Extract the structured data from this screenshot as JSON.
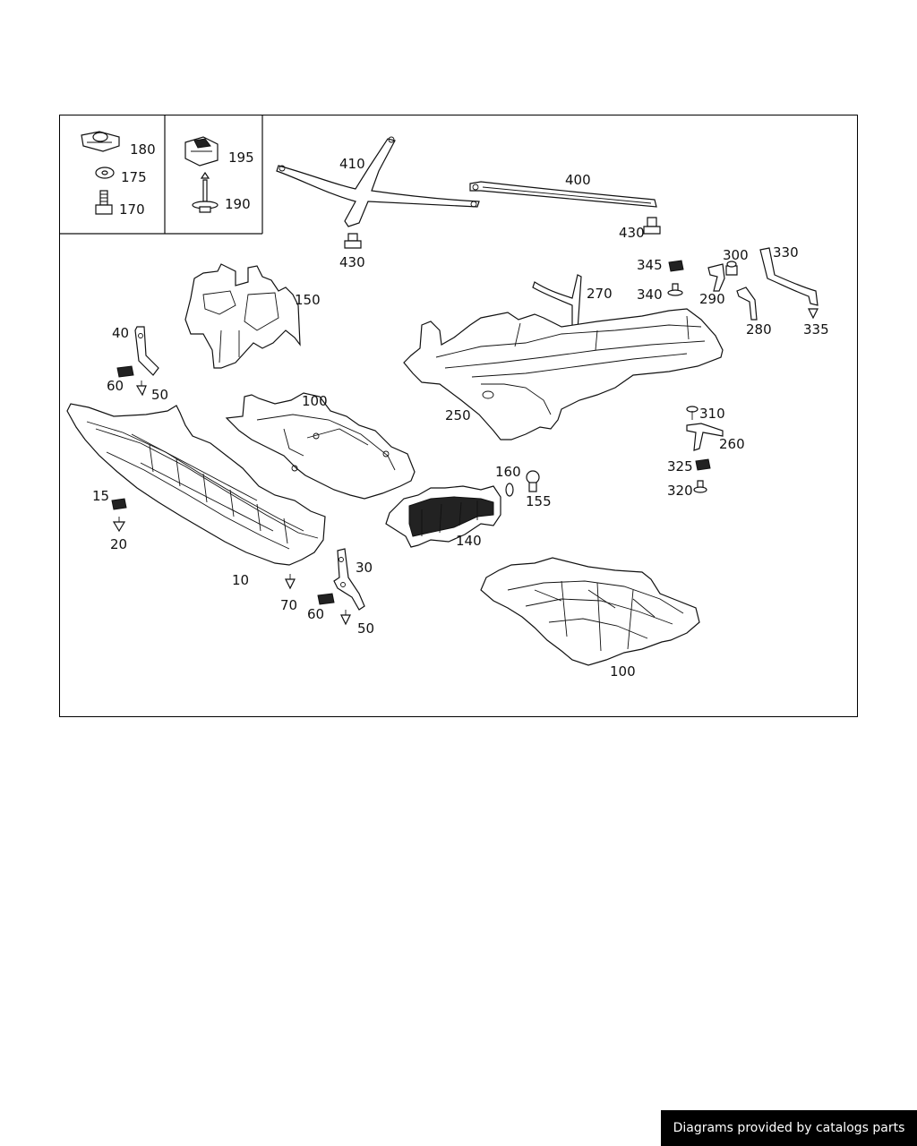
{
  "callouts": [
    {
      "id": "180",
      "label": "180"
    },
    {
      "id": "175",
      "label": "175"
    },
    {
      "id": "170",
      "label": "170"
    },
    {
      "id": "195",
      "label": "195"
    },
    {
      "id": "190",
      "label": "190"
    },
    {
      "id": "410",
      "label": "410"
    },
    {
      "id": "400",
      "label": "400"
    },
    {
      "id": "430a",
      "label": "430"
    },
    {
      "id": "430b",
      "label": "430"
    },
    {
      "id": "150",
      "label": "150"
    },
    {
      "id": "270",
      "label": "270"
    },
    {
      "id": "345",
      "label": "345"
    },
    {
      "id": "300",
      "label": "300"
    },
    {
      "id": "330",
      "label": "330"
    },
    {
      "id": "340",
      "label": "340"
    },
    {
      "id": "290",
      "label": "290"
    },
    {
      "id": "280",
      "label": "280"
    },
    {
      "id": "335",
      "label": "335"
    },
    {
      "id": "40",
      "label": "40"
    },
    {
      "id": "60a",
      "label": "60"
    },
    {
      "id": "50a",
      "label": "50"
    },
    {
      "id": "100a",
      "label": "100"
    },
    {
      "id": "250",
      "label": "250"
    },
    {
      "id": "310",
      "label": "310"
    },
    {
      "id": "260",
      "label": "260"
    },
    {
      "id": "325",
      "label": "325"
    },
    {
      "id": "320",
      "label": "320"
    },
    {
      "id": "160",
      "label": "160"
    },
    {
      "id": "155",
      "label": "155"
    },
    {
      "id": "15",
      "label": "15"
    },
    {
      "id": "20",
      "label": "20"
    },
    {
      "id": "140",
      "label": "140"
    },
    {
      "id": "30",
      "label": "30"
    },
    {
      "id": "10",
      "label": "10"
    },
    {
      "id": "70",
      "label": "70"
    },
    {
      "id": "60b",
      "label": "60"
    },
    {
      "id": "50b",
      "label": "50"
    },
    {
      "id": "100b",
      "label": "100"
    }
  ],
  "footer": {
    "text": "Diagrams provided by catalogs parts"
  }
}
